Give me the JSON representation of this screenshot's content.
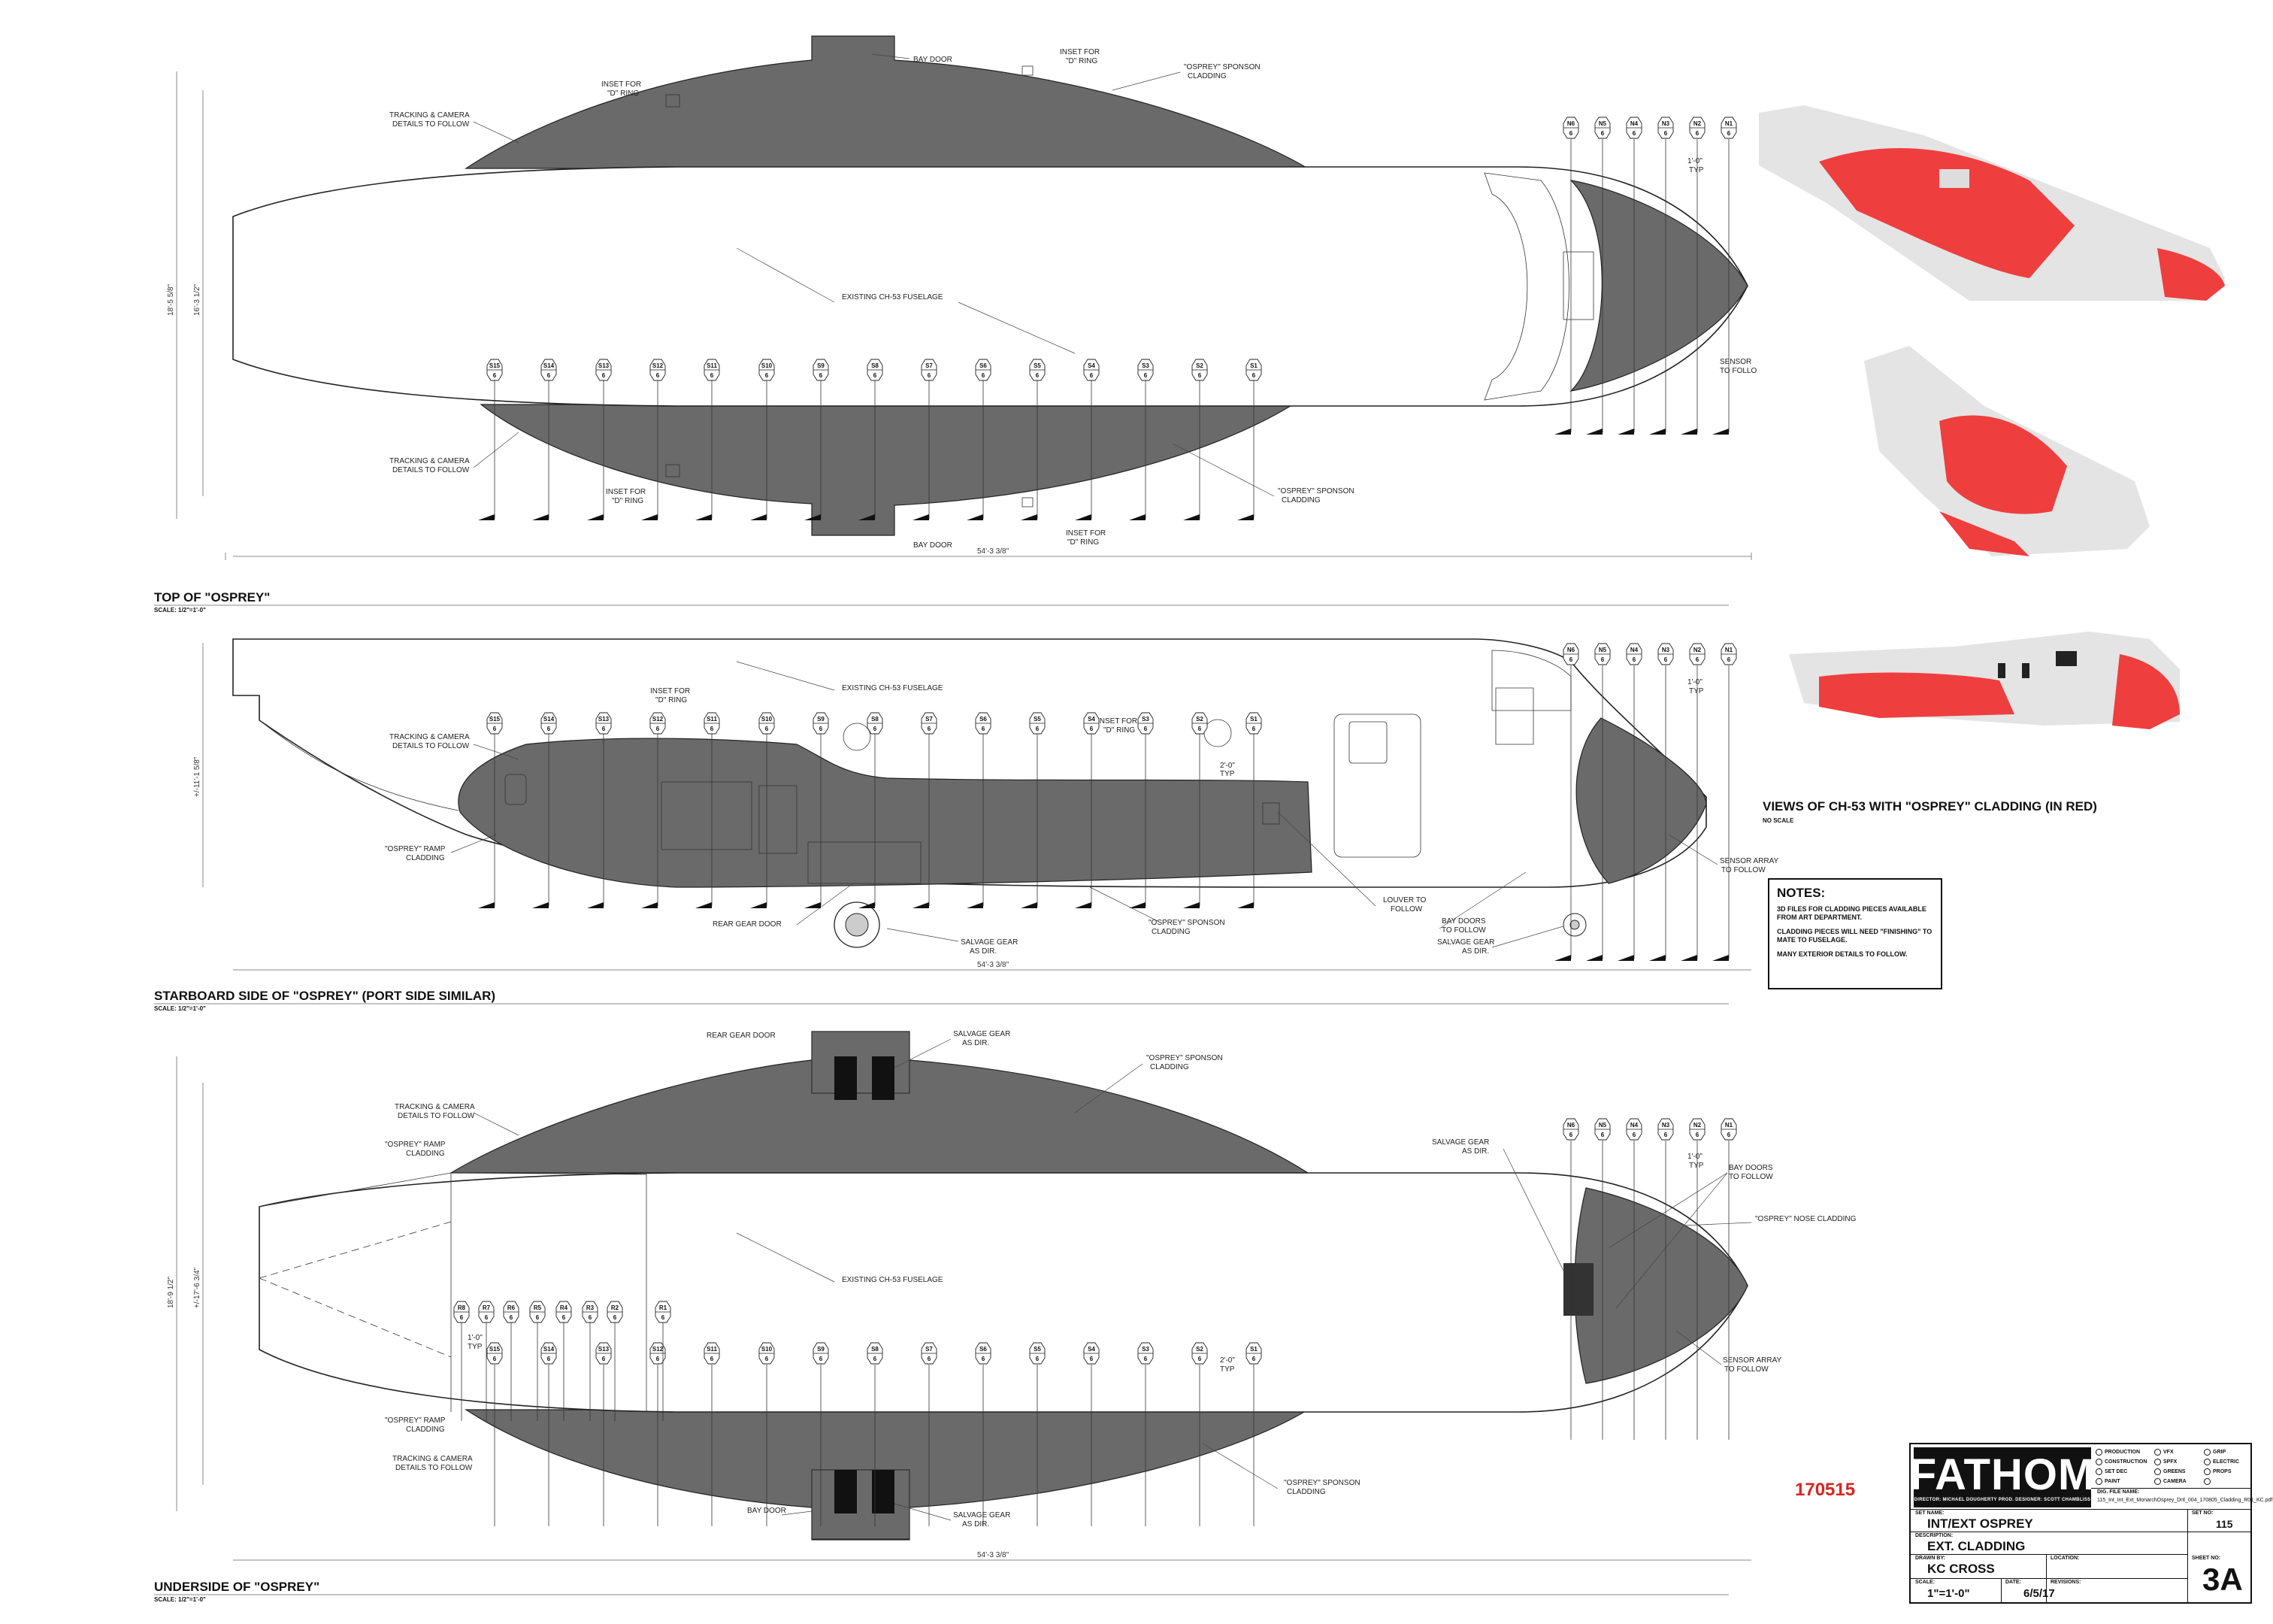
{
  "views": {
    "top": {
      "title": "TOP OF \"OSPREY\"",
      "scale": "SCALE: 1/2\"=1'-0\""
    },
    "side": {
      "title": "STARBOARD SIDE  OF \"OSPREY\" (PORT SIDE SIMILAR)",
      "scale": "SCALE: 1/2\"=1'-0\""
    },
    "under": {
      "title": "UNDERSIDE OF \"OSPREY\"",
      "scale": "SCALE: 1/2\"=1'-0\""
    },
    "renders": {
      "title": "VIEWS OF CH-53 WITH \"OSPREY\" CLADDING (IN RED)",
      "scale": "NO SCALE"
    }
  },
  "labels": {
    "bay_door": "BAY DOOR",
    "inset_d_ring_1": "INSET FOR",
    "inset_d_ring_2": "\"D\" RING",
    "sponson_1": "\"OSPREY\" SPONSON",
    "sponson_2": "CLADDING",
    "tracking_1": "TRACKING & CAMERA",
    "tracking_2": "DETAILS TO FOLLOW",
    "fuselage": "EXISTING CH-53 FUSELAGE",
    "sensor_1": "SENSOR ARRAY",
    "sensor_2": "TO FOLLOW",
    "sensor_trunc_1": "SENSOR",
    "sensor_trunc_2": "TO FOLLO",
    "ramp_1": "\"OSPREY\" RAMP",
    "ramp_2": "CLADDING",
    "rear_gear_door": "REAR GEAR DOOR",
    "salvage_1": "SALVAGE GEAR",
    "salvage_2": "AS DIR.",
    "louver_1": "LOUVER TO",
    "louver_2": "FOLLOW",
    "baydoors_1": "BAY DOORS",
    "baydoors_2": "TO FOLLOW",
    "nose_cladding": "\"OSPREY\" NOSE CLADDING",
    "typ_1ft": "1'-0\"",
    "typ_2ft": "2'-0\"",
    "typ": "TYP"
  },
  "dims": {
    "top_w1": "18'-5 5/8\"",
    "top_w2": "16'-3 1/2\"",
    "top_len": "54'-3 3/8\"",
    "side_h": "+/-11'-1 5/8\"",
    "side_len": "54'-3 3/8\"",
    "under_w1": "18'-9 1/2\"",
    "under_w2": "+/-17'-6 3/4\"",
    "under_len": "54'-3 3/8\""
  },
  "stations_s": [
    "S15",
    "S14",
    "S13",
    "S12",
    "S11",
    "S10",
    "S9",
    "S8",
    "S7",
    "S6",
    "S5",
    "S4",
    "S3",
    "S2",
    "S1"
  ],
  "stations_n": [
    "N6",
    "N5",
    "N4",
    "N3",
    "N2",
    "N1"
  ],
  "stations_r": [
    "R8",
    "R7",
    "R6",
    "R5",
    "R4",
    "R3",
    "R2",
    "R1"
  ],
  "station_sub": "6",
  "notes": {
    "head": "NOTES:",
    "items": [
      "3D FILES FOR CLADDING PIECES AVAILABLE FROM ART DEPARTMENT.",
      "CLADDING PIECES WILL NEED \"FINISHING\" TO MATE TO FUSELAGE.",
      "MANY EXTERIOR DETAILS TO FOLLOW."
    ]
  },
  "stamp": "170515",
  "title_block": {
    "logo": "FATHOM",
    "credits": "DIRECTOR: MICHAEL DOUGHERTY    PROD. DESIGNER: SCOTT CHAMBLISS",
    "checks": [
      "PRODUCTION",
      "CONSTRUCTION",
      "SET DEC",
      "PAINT",
      "VFX",
      "SPFX",
      "GREENS",
      "CAMERA",
      "GRIP",
      "ELECTRIC",
      "PROPS"
    ],
    "file_cap": "DIG. FILE NAME:",
    "file_name": "115_Int_Int_Ext_MonarchOsprey_Drtl_004_170805_Cladding_R01_KC.pdf",
    "set_name_cap": "SET NAME:",
    "set_name": "INT/EXT OSPREY",
    "set_no_cap": "SET NO:",
    "set_no": "115",
    "desc_cap": "DESCRIPTION:",
    "desc": "EXT. CLADDING",
    "location_cap": "LOCATION:",
    "drawn_cap": "DRAWN BY:",
    "drawn": "KC CROSS",
    "sheet_cap": "SHEET NO:",
    "sheet": "3A",
    "scale_cap": "SCALE:",
    "scale": "1\"=1'-0\"",
    "date_cap": "DATE:",
    "date": "6/5/17",
    "rev_cap": "REVISIONS:"
  },
  "colors": {
    "cladding_gray": "#6a6a6a",
    "cladding_red": "#ef3e3e",
    "hull_white": "#ffffff"
  }
}
